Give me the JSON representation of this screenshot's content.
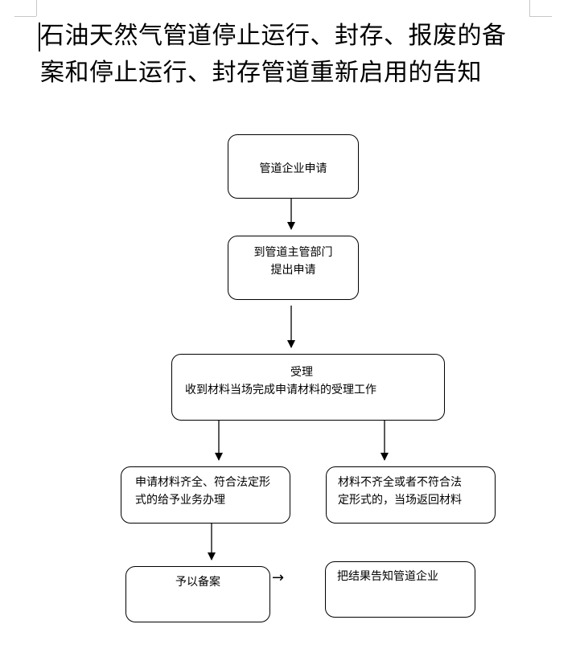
{
  "document": {
    "title_line1": "石油天然气管道停止运行、封存、报废的备",
    "title_line2": "案和停止运行、封存管道重新启用的告知"
  },
  "flowchart": {
    "nodes": {
      "apply": {
        "text": "管道企业申请"
      },
      "submit": {
        "line1": "到管道主管部门",
        "line2": "提出申请"
      },
      "accept": {
        "line1": "受理",
        "line2": "收到材料当场完成申请材料的受理工作"
      },
      "complete": {
        "line1": "申请材料齐全、符合法定形",
        "line2": "式的给予业务办理"
      },
      "incomplete": {
        "line1": "材料不齐全或者不符合法",
        "line2": "定形式的，当场返回材料"
      },
      "record": {
        "text": "予以备案"
      },
      "notify": {
        "text": "把结果告知管道企业"
      }
    },
    "side_arrow": "→"
  }
}
